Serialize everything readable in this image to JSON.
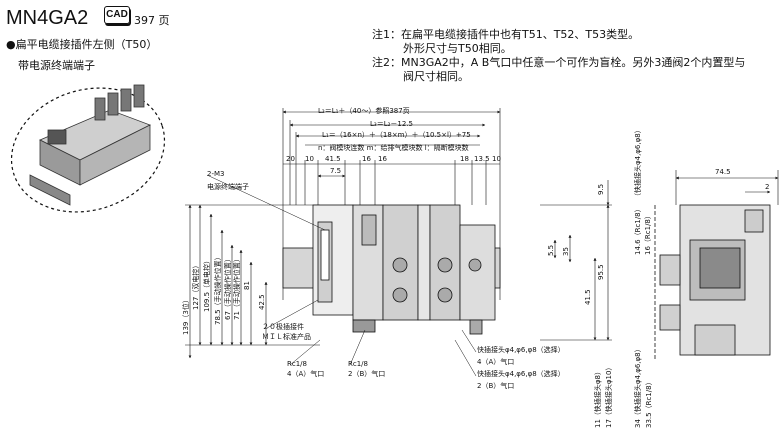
{
  "header": {
    "model": "MN4GA2",
    "cad_label": "CAD",
    "cad_page": "397 页",
    "subtitle_line1": "●扁平电缆接插件左侧（T50）",
    "subtitle_line2": "带电源终端端子"
  },
  "notes": {
    "note1_line1": "注1：在扁平电缆接插件中也有T51、T52、T53类型。",
    "note1_line2": "外形尺寸与T50相同。",
    "note2_line1": "注2：MN3GA2中，A B气口中任意一个可作为盲栓。另外3通阀2个内置型与",
    "note2_line2": "阀尺寸相同。"
  },
  "dimensions": {
    "L2": "L₂＝L₁＋（40～）参照387页",
    "L3": "L₃＝L₂－12.5",
    "L1": "L₁＝（16×n）＋（18×m）＋（10.5×l）+75",
    "counts": "n：阀模块连数  m：给排气模块数  l：隔断模块数",
    "top_dims": [
      "20",
      "10",
      "41.5",
      "16",
      "16",
      "18",
      "13.5",
      "10"
    ],
    "dim_7_5": "7.5",
    "dim_9_5": "9.5",
    "dim_5_5": "5.5",
    "dim_35": "35",
    "dim_95_5": "95.5",
    "dim_41_5": "41.5",
    "dim_42_5": "42.5",
    "dim_81": "81",
    "v_139": "139（3位）",
    "v_127": "127（双电控）",
    "v_109_5": "109.5（单电控）",
    "v_78_5": "78.5（手动操作位置）",
    "v_67": "67（手动操作位置）",
    "v_71": "71（手动操作位置）",
    "label_2m3": "2-M3",
    "label_power": "电源终端端子",
    "label_20pin": "２０极插接件",
    "label_mil": "ＭＩＬ标准产品",
    "rc_left_1": "Rc1/8",
    "rc_left_2": "4（A）气口",
    "rc_mid_1": "Rc1/8",
    "rc_mid_2": "2（B）气口",
    "fitting_1": "快插接头φ4,φ6,φ8（选择）",
    "fitting_2": "4（A）气口",
    "fitting_3": "快插接头φ4,φ6,φ8（选择）",
    "fitting_4": "2（B）气口",
    "bottom_11": "11（快插接头φ8）",
    "bottom_17": "17（快插接头φ10）",
    "side_74_5": "74.5",
    "side_2": "2",
    "side_14_6": "14.6（Rc1/8）",
    "side_16": "16（Rc1/8）",
    "side_top_fit": "（快插接头φ4,φ6,φ8）",
    "side_34": "34（快插接头φ4,φ6,φ8）",
    "side_33_5": "33.5（Rc1/8）"
  }
}
